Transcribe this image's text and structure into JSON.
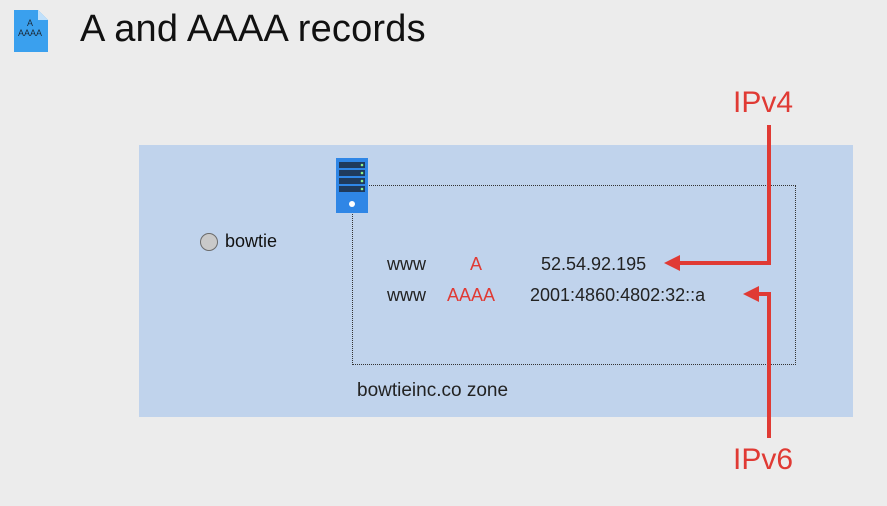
{
  "header": {
    "icon_text": "A\nAAAA",
    "title": "A and AAAA records"
  },
  "diagram": {
    "host_label": "bowtie",
    "zone_label": "bowtieinc.co zone",
    "records": [
      {
        "name": "www",
        "type": "A",
        "value": "52.54.92.195"
      },
      {
        "name": "www",
        "type": "AAAA",
        "value": "2001:4860:4802:32::a"
      }
    ],
    "callouts": {
      "ipv4": "IPv4",
      "ipv6": "IPv6"
    }
  },
  "colors": {
    "accent_red": "#e03a34",
    "panel_blue": "#c0d3ec",
    "server_blue": "#2f86e6",
    "background": "#ececec"
  }
}
